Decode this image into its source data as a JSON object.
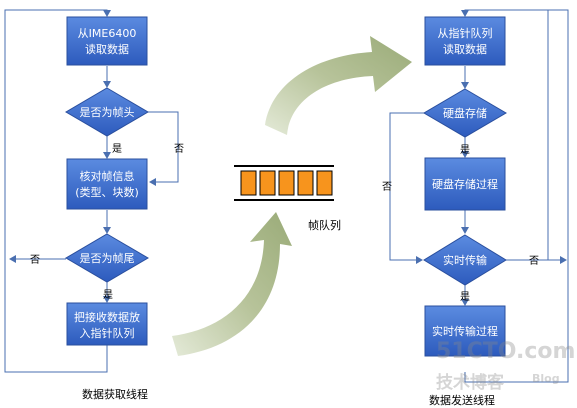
{
  "left_flow": {
    "box_read_line1": "从IME6400",
    "box_read_line2": "读取数据",
    "diamond_header": "是否为帧头",
    "box_check_line1": "核对帧信息",
    "box_check_line2": "(类型、块数)",
    "diamond_tail": "是否为帧尾",
    "box_enqueue_line1": "把接收数据放",
    "box_enqueue_line2": "入指针队列",
    "yes1": "是",
    "no1": "否",
    "yes2": "是",
    "no2": "否",
    "caption": "数据获取线程"
  },
  "queue": {
    "label": "帧队列",
    "cell_color": "#f7941d",
    "cell_count": 5
  },
  "right_flow": {
    "box_read_line1": "从指针队列",
    "box_read_line2": "读取数据",
    "diamond_disk": "硬盘存储",
    "box_disk": "硬盘存储过程",
    "diamond_rt": "实时传输",
    "box_rt": "实时传输过程",
    "yes1": "是",
    "no1": "否",
    "yes2": "是",
    "no2": "否",
    "caption": "数据发送线程"
  },
  "watermark": {
    "line1": "51CTO.com",
    "line2": "技术博客",
    "line3": "Blog"
  },
  "colors": {
    "box_fill": "#3d6fd1",
    "box_stroke": "#2a4f9e",
    "line": "#4a6fb0",
    "arrow_green": "#a8b58a"
  }
}
